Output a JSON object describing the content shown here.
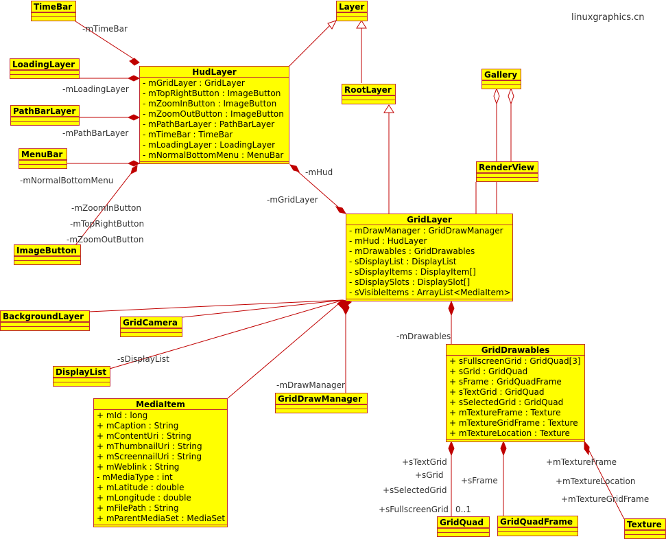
{
  "watermark": "linuxgraphics.cn",
  "classes": {
    "timebar": {
      "name": "TimeBar"
    },
    "layer": {
      "name": "Layer"
    },
    "loadinglayer": {
      "name": "LoadingLayer"
    },
    "pathbarlayer": {
      "name": "PathBarLayer"
    },
    "menubar": {
      "name": "MenuBar"
    },
    "imagebutton": {
      "name": "ImageButton"
    },
    "rootlayer": {
      "name": "RootLayer"
    },
    "gallery": {
      "name": "Gallery"
    },
    "renderview": {
      "name": "RenderView"
    },
    "backgroundlayer": {
      "name": "BackgroundLayer"
    },
    "gridcamera": {
      "name": "GridCamera"
    },
    "displaylist": {
      "name": "DisplayList"
    },
    "griddrawmanager": {
      "name": "GridDrawManager"
    },
    "gridquad": {
      "name": "GridQuad"
    },
    "gridquadframe": {
      "name": "GridQuadFrame"
    },
    "texture": {
      "name": "Texture"
    },
    "hudlayer": {
      "name": "HudLayer",
      "attrs": [
        "- mGridLayer : GridLayer",
        "- mTopRightButton : ImageButton",
        "- mZoomInButton : ImageButton",
        "- mZoomOutButton : ImageButton",
        "- mPathBarLayer : PathBarLayer",
        "- mTimeBar : TimeBar",
        "- mLoadingLayer : LoadingLayer",
        "- mNormalBottomMenu : MenuBar"
      ]
    },
    "gridlayer": {
      "name": "GridLayer",
      "attrs": [
        "- mDrawManager : GridDrawManager",
        "- mHud : HudLayer",
        "- mDrawables : GridDrawables",
        "- sDisplayList : DisplayList",
        "- sDisplayItems : DisplayItem[]",
        "- sDisplaySlots : DisplaySlot[]",
        "- sVisibleItems : ArrayList<MediaItem>"
      ]
    },
    "griddrawables": {
      "name": "GridDrawables",
      "attrs": [
        "+ sFullscreenGrid : GridQuad[3]",
        "+ sGrid : GridQuad",
        "+ sFrame : GridQuadFrame",
        "+ sTextGrid : GridQuad",
        "+ sSelectedGrid : GridQuad",
        "+ mTextureFrame : Texture",
        "+ mTextureGridFrame : Texture",
        "+ mTextureLocation : Texture"
      ]
    },
    "mediaitem": {
      "name": "MediaItem",
      "attrs": [
        "+ mId : long",
        "+ mCaption : String",
        "+ mContentUri : String",
        "+ mThumbnailUri : String",
        "+ mScreennailUri : String",
        "+ mWeblink : String",
        "- mMediaType : int",
        "+ mLatitude : double",
        "+ mLongitude : double",
        "+ mFilePath : String",
        "+ mParentMediaSet : MediaSet"
      ]
    }
  },
  "labels": {
    "mTimeBar": "-mTimeBar",
    "mLoadingLayer": "-mLoadingLayer",
    "mPathBarLayer": "-mPathBarLayer",
    "mNormalBottomMenu": "-mNormalBottomMenu",
    "mZoomInButton": "-mZoomInButton",
    "mTopRightButton": "-mTopRightButton",
    "mZoomOutButton": "-mZoomOutButton",
    "mHud": "-mHud",
    "mGridLayer": "-mGridLayer",
    "mDrawables": "-mDrawables",
    "sDisplayList": "-sDisplayList",
    "mDrawManager": "-mDrawManager",
    "sTextGrid": "+sTextGrid",
    "sGrid": "+sGrid",
    "sSelectedGrid": "+sSelectedGrid",
    "sFullscreenGrid": "+sFullscreenGrid",
    "multiplicity": "0..1",
    "sFrame": "+sFrame",
    "mTextureFrame": "+mTextureFrame",
    "mTextureLocation": "+mTextureLocation",
    "mTextureGridFrame": "+mTextureGridFrame"
  }
}
